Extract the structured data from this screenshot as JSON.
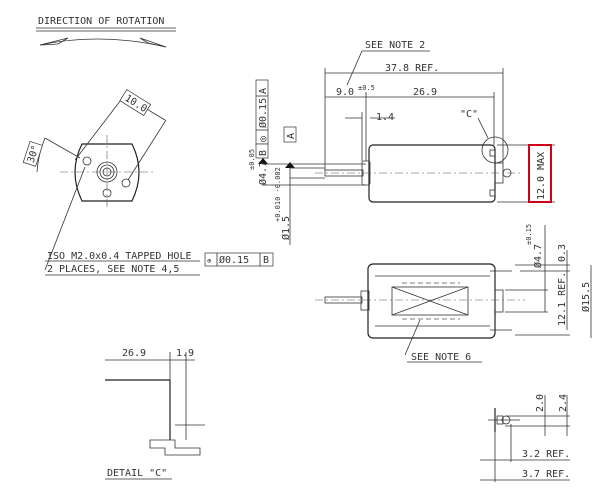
{
  "title": "DIRECTION OF ROTATION",
  "end_view": {
    "dim_hole_spacing": "10.0",
    "dim_angle": "30°",
    "hole_note_line1": "ISO M2.0x0.4 TAPPED HOLE",
    "hole_note_line2": "2 PLACES, SEE NOTE 4,5",
    "position_fcf": {
      "symbol": "⊕",
      "tolerance": "Ø0.15",
      "datum": "B"
    }
  },
  "side_view": {
    "see_note_2": "SEE NOTE 2",
    "overall_length": "37.8 REF.",
    "shaft_length": "9.0",
    "shaft_length_tol": "±0.5",
    "body_length": "26.9",
    "boss_length": "1.4",
    "detail_callout": "\"C\"",
    "max_height": "12.0 MAX",
    "concentricity_fcf": {
      "datum_label": "B",
      "symbol": "◎",
      "tolerance": "Ø0.15",
      "datum": "A"
    },
    "datum_a": "A",
    "boss_dia": "Ø4.7",
    "boss_dia_tol": "±0.05",
    "shaft_dia": "Ø1.5",
    "shaft_dia_tol": "+0.010 -0.002"
  },
  "top_view": {
    "see_note_6": "SEE NOTE 6",
    "rear_boss_dia": "Ø4.7",
    "rear_boss_dia_tol": "±0.15",
    "terminal_offset": "0.3",
    "terminal_spacing": "12.1 REF.",
    "body_dia": "Ø15.5"
  },
  "terminal_view": {
    "dim_a": "2.0",
    "dim_b": "2.4",
    "dim_c": "3.2 REF.",
    "dim_d": "3.7 REF."
  },
  "detail_c": {
    "label": "DETAIL \"C\"",
    "dim_length": "26.9",
    "dim_offset": "1.9"
  },
  "highlight_color": "#d0021b"
}
